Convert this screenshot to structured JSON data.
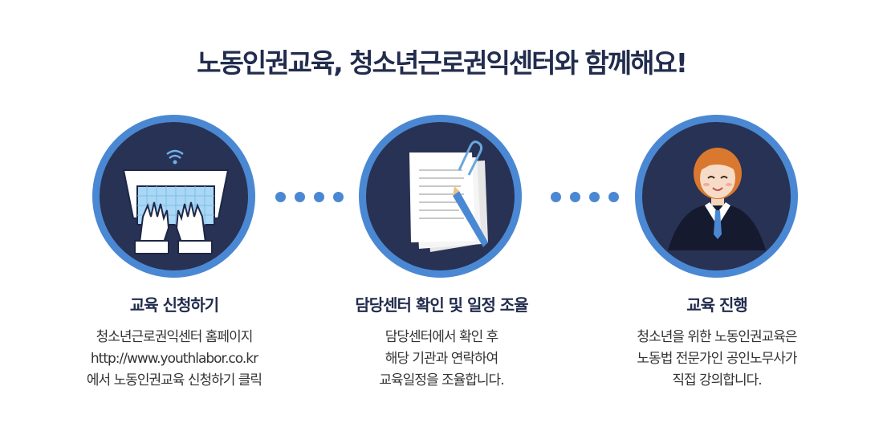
{
  "title": "노동인권교육, 청소년근로권익센터와 함께해요!",
  "steps": [
    {
      "icon": "laptop-icon",
      "title": "교육 신청하기",
      "lines": [
        "청소년근로권익센터 홈페이지",
        "http://www.youthlabor.co.kr",
        "에서 노동인권교육 신청하기 클릭"
      ]
    },
    {
      "icon": "document-icon",
      "title": "담당센터 확인 및 일정 조율",
      "lines": [
        "담당센터에서 확인 후",
        "해당 기관과 연락하여",
        "교육일정을 조율합니다."
      ]
    },
    {
      "icon": "lawyer-icon",
      "title": "교육 진행",
      "lines": [
        "청소년을 위한 노동인권교육은",
        "노동법 전문가인 공인노무사가",
        "직접 강의합니다."
      ]
    }
  ],
  "colors": {
    "navy": "#283254",
    "accent": "#4b88d3",
    "title": "#222c4d"
  }
}
